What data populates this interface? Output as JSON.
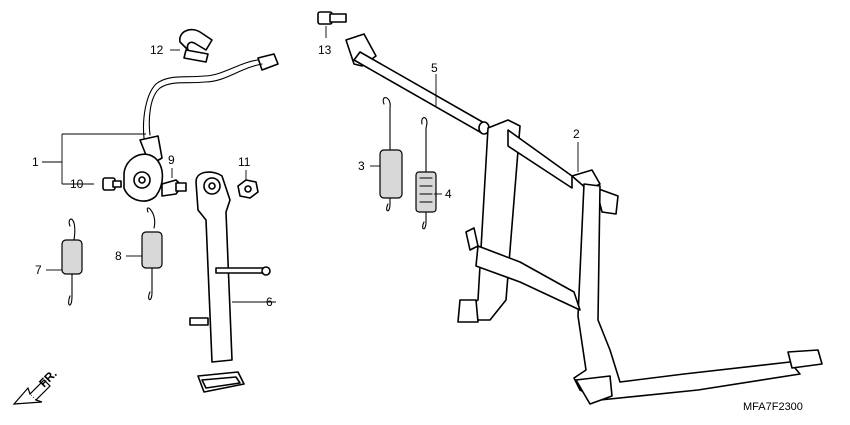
{
  "diagram": {
    "code": "MFA7F2300",
    "front_label": "FR.",
    "callouts": {
      "c1": "1",
      "c2": "2",
      "c3": "3",
      "c4": "4",
      "c5": "5",
      "c6": "6",
      "c7": "7",
      "c8": "8",
      "c9": "9",
      "c10": "10",
      "c11": "11",
      "c12": "12",
      "c13": "13"
    }
  }
}
